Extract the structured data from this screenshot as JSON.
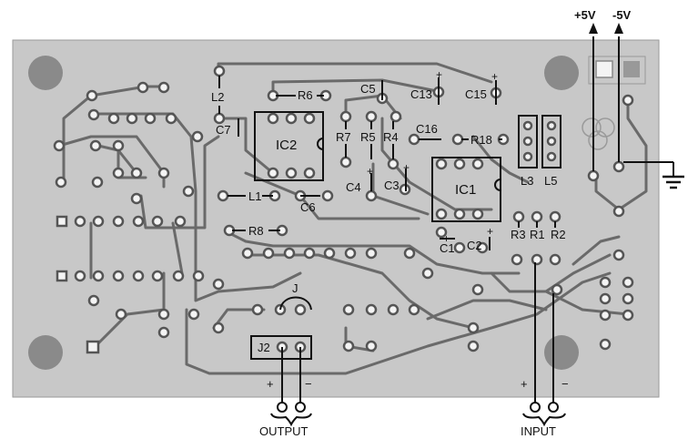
{
  "board": {
    "background": "#c8c8c8",
    "trace_color": "#6a6a6a",
    "pad_color": "#f4f4f4",
    "mount_hole_color": "#8a8a8a"
  },
  "labels": {
    "ic1": "IC1",
    "ic2": "IC2",
    "j2": "J2",
    "j": "J",
    "r1": "R1",
    "r2": "R2",
    "r3": "R3",
    "r4": "R4",
    "r5": "R5",
    "r6": "R6",
    "r7": "R7",
    "r8": "R8",
    "r18": "R18",
    "c1": "C1",
    "c2": "C2",
    "c3": "C3",
    "c4": "C4",
    "c5": "C5",
    "c6": "C6",
    "c7": "C7",
    "c13": "C13",
    "c15": "C15",
    "c16": "C16",
    "l1": "L1",
    "l2": "L2",
    "l3": "L3",
    "l5": "L5",
    "plus5v": "+5V",
    "minus5v": "-5V",
    "output": "OUTPUT",
    "input": "INPUT",
    "plus": "+",
    "minus": "−"
  }
}
